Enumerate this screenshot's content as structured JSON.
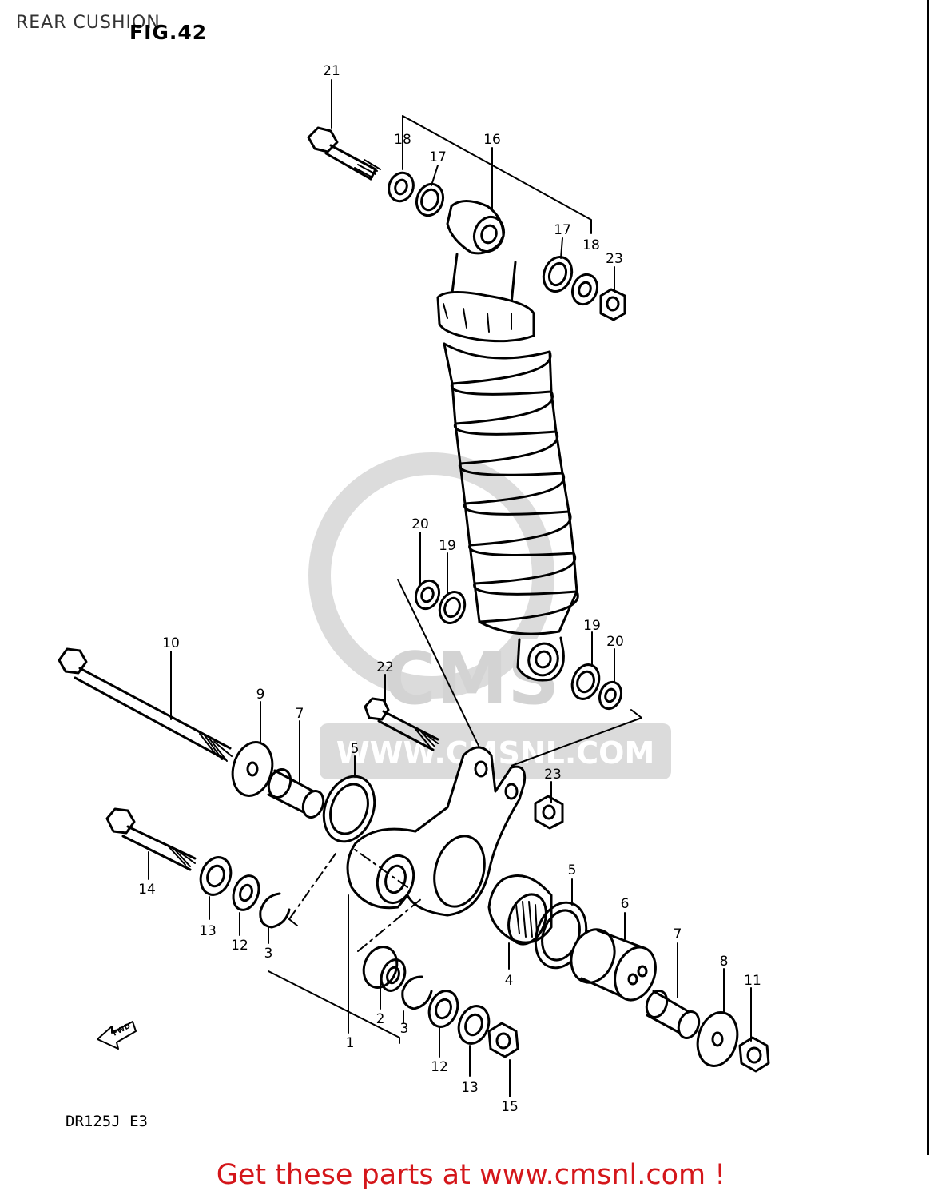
{
  "header": {
    "title": "REAR CUSHION",
    "figure_label": "FIG.42"
  },
  "footer": {
    "model_code": "DR125J  E3",
    "cta_text": "Get these parts at www.cmsnl.com !"
  },
  "watermark": {
    "brand": "CMS",
    "url": "WWW.CMSNL.COM"
  },
  "direction_arrow": {
    "label": "FWD"
  },
  "callouts": [
    "1",
    "2",
    "3",
    "3",
    "4",
    "5",
    "5",
    "6",
    "7",
    "7",
    "8",
    "9",
    "10",
    "11",
    "12",
    "12",
    "13",
    "13",
    "14",
    "15",
    "16",
    "17",
    "17",
    "18",
    "18",
    "19",
    "19",
    "20",
    "20",
    "21",
    "22",
    "23",
    "23"
  ],
  "colors": {
    "footer_text": "#d4161a",
    "line_art": "#000000",
    "watermark": "#cfcfcf"
  }
}
